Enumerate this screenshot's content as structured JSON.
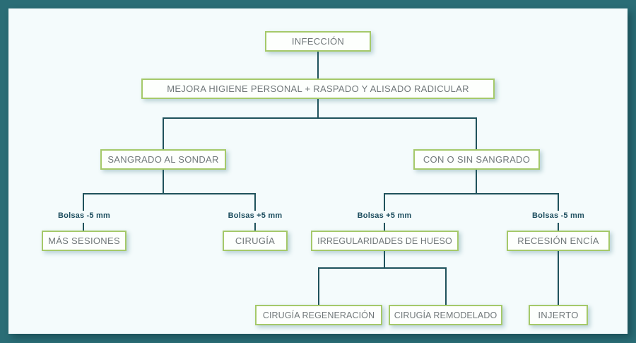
{
  "flowchart": {
    "nodes": {
      "infeccion": "INFECCIÓN",
      "tratamiento": "MEJORA HIGIENE PERSONAL + RASPADO Y ALISADO RADICULAR",
      "sangrado_al_sondar": "SANGRADO AL SONDAR",
      "con_o_sin_sangrado": "CON O SIN SANGRADO",
      "mas_sesiones": "MÁS SESIONES",
      "cirugia": "CIRUGÍA",
      "irregularidades_hueso": "IRREGULARIDADES DE HUESO",
      "recesion_encia": "RECESIÓN ENCÍA",
      "cirugia_regeneracion": "CIRUGÍA REGENERACIÓN",
      "cirugia_remodelado": "CIRUGÍA REMODELADO",
      "injerto": "INJERTO"
    },
    "branch_labels": {
      "left_minus": "Bolsas -5 mm",
      "left_plus": "Bolsas +5 mm",
      "right_plus": "Bolsas +5 mm",
      "right_minus": "Bolsas -5 mm"
    },
    "edges": [
      {
        "from": "infeccion",
        "to": "tratamiento"
      },
      {
        "from": "tratamiento",
        "to": "sangrado_al_sondar"
      },
      {
        "from": "tratamiento",
        "to": "con_o_sin_sangrado"
      },
      {
        "from": "sangrado_al_sondar",
        "to": "mas_sesiones",
        "condition": "Bolsas -5 mm"
      },
      {
        "from": "sangrado_al_sondar",
        "to": "cirugia",
        "condition": "Bolsas +5 mm"
      },
      {
        "from": "con_o_sin_sangrado",
        "to": "irregularidades_hueso",
        "condition": "Bolsas +5 mm"
      },
      {
        "from": "con_o_sin_sangrado",
        "to": "recesion_encia",
        "condition": "Bolsas -5 mm"
      },
      {
        "from": "irregularidades_hueso",
        "to": "cirugia_regeneracion"
      },
      {
        "from": "irregularidades_hueso",
        "to": "cirugia_remodelado"
      },
      {
        "from": "recesion_encia",
        "to": "injerto"
      }
    ],
    "colors": {
      "frame": "#2a6d76",
      "panel_bg": "#f4fbfc",
      "connector_line": "#1f525c",
      "box_border": "#a5c96a",
      "box_bg": "#fdfffd",
      "box_text": "#71787a",
      "branch_label_text": "#1c4d5e"
    }
  }
}
